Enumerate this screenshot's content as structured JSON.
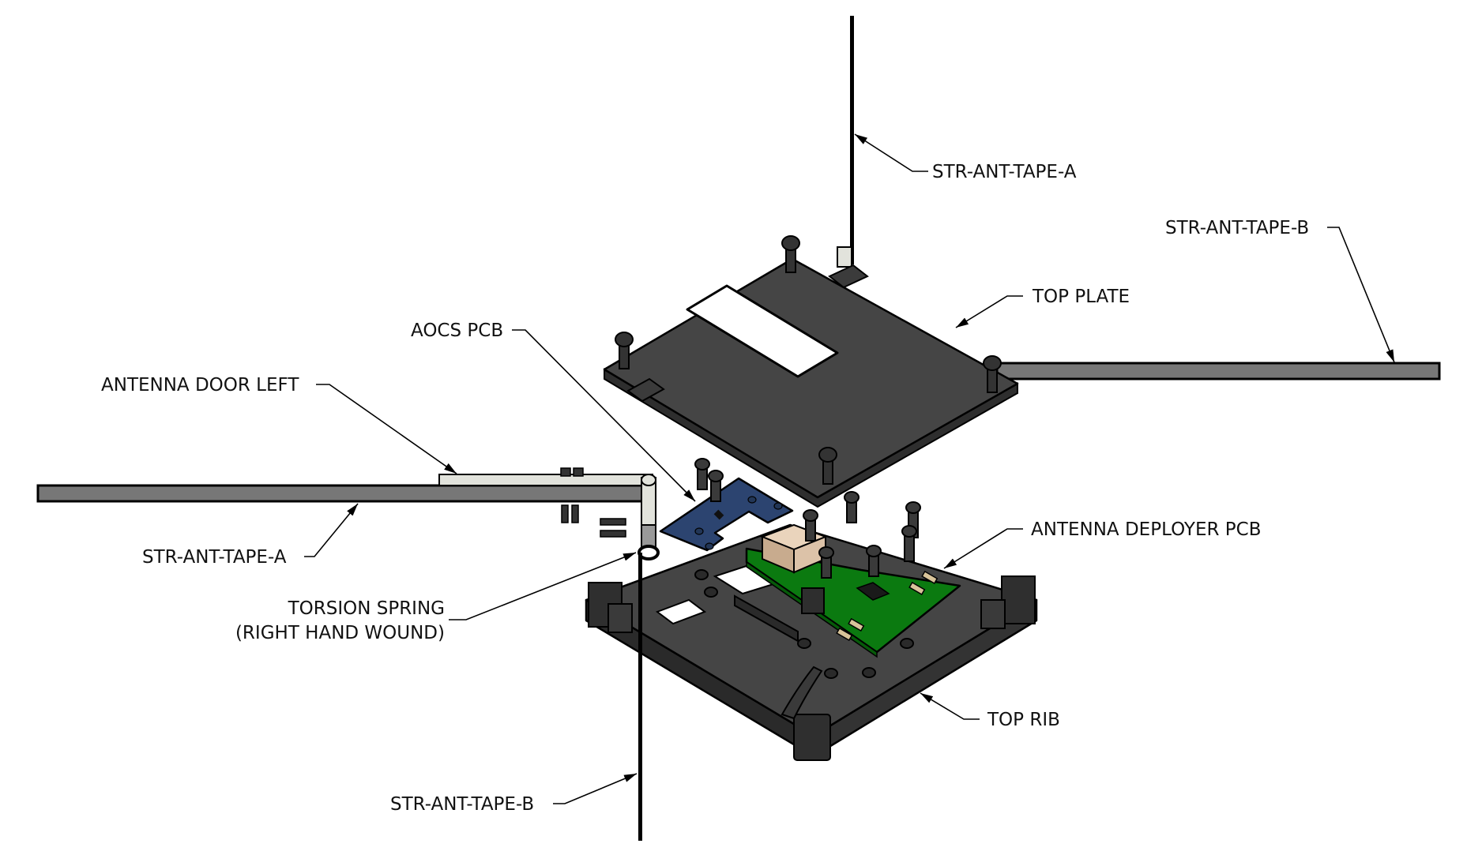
{
  "drawing": {
    "type": "exploded isometric assembly view",
    "background_color": "#ffffff",
    "part_colors": {
      "plate_dark": "#454545",
      "plate_edge": "#2e2e2e",
      "tape": "#777777",
      "door": "#e2e3dc",
      "aocs_pcb": "#2c4470",
      "deployer_pcb": "#0b7a10",
      "connector_block": "#dcc2a8",
      "screw": "#333333"
    }
  },
  "callouts": [
    {
      "id": "str-ant-tape-a-top",
      "text": "STR-ANT-TAPE-A"
    },
    {
      "id": "str-ant-tape-b-right",
      "text": "STR-ANT-TAPE-B"
    },
    {
      "id": "top-plate",
      "text": "TOP PLATE"
    },
    {
      "id": "aocs-pcb",
      "text": "AOCS PCB"
    },
    {
      "id": "antenna-door-left",
      "text": "ANTENNA DOOR LEFT"
    },
    {
      "id": "str-ant-tape-a-left",
      "text": "STR-ANT-TAPE-A"
    },
    {
      "id": "antenna-deployer-pcb",
      "text": "ANTENNA DEPLOYER PCB"
    },
    {
      "id": "torsion-spring",
      "text": "TORSION SPRING",
      "text2": "(RIGHT HAND WOUND)"
    },
    {
      "id": "top-rib",
      "text": "TOP RIB"
    },
    {
      "id": "str-ant-tape-b-bottom",
      "text": "STR-ANT-TAPE-B"
    }
  ]
}
